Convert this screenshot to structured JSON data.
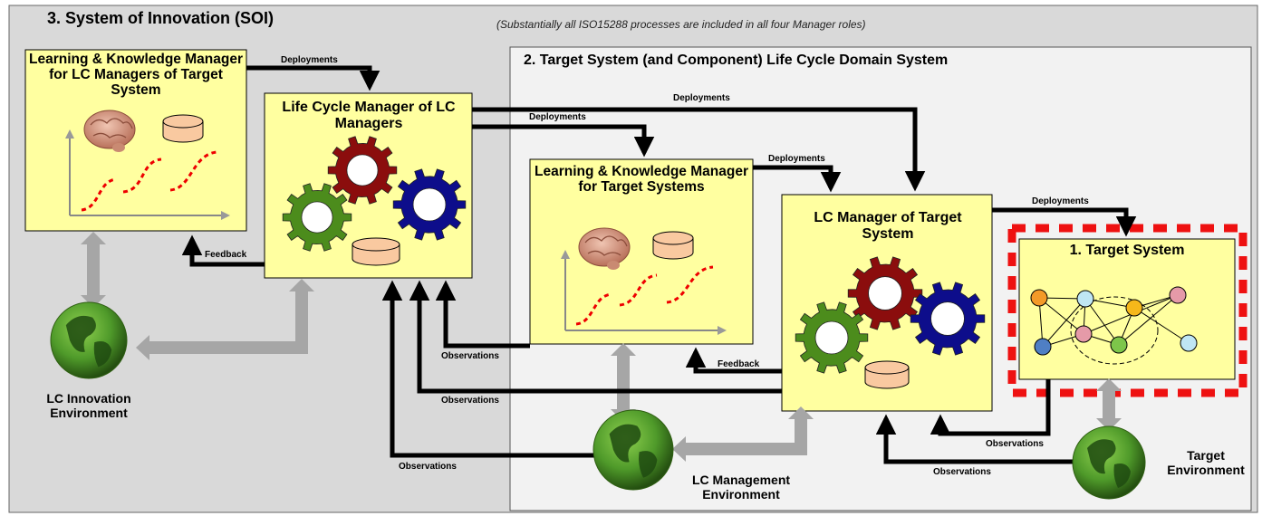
{
  "header": {
    "soi_title": "3.  System of Innovation (SOI)",
    "note": "(Substantially all ISO15288 processes are included in all four Manager roles)",
    "domain_title": "2.  Target System (and Component)  Life Cycle Domain System"
  },
  "boxes": {
    "lk_lc_managers": "Learning & Knowledge Manager for LC Managers of Target System",
    "lc_manager_of_lc_managers": "Life Cycle Manager of LC Managers",
    "lk_target_systems": "Learning & Knowledge Manager for Target Systems",
    "lc_manager_target": "LC Manager of Target System",
    "target_system": "1. Target System"
  },
  "environments": {
    "innovation": "LC Innovation Environment",
    "management": "LC Management Environment",
    "target": "Target Environment"
  },
  "arrow_labels": {
    "deployments": "Deployments",
    "feedback": "Feedback",
    "observations": "Observations"
  },
  "colors": {
    "box_fill": "#ffffa0",
    "soi_bg": "#d9d9d9",
    "domain_bg": "#f2f2f2",
    "gear_red": "#8b0d0d",
    "gear_blue": "#0d0d8b",
    "gear_green": "#4c8c1c",
    "dashed_border": "#ee1111",
    "feedback_arrow": "#a6a6a6"
  }
}
